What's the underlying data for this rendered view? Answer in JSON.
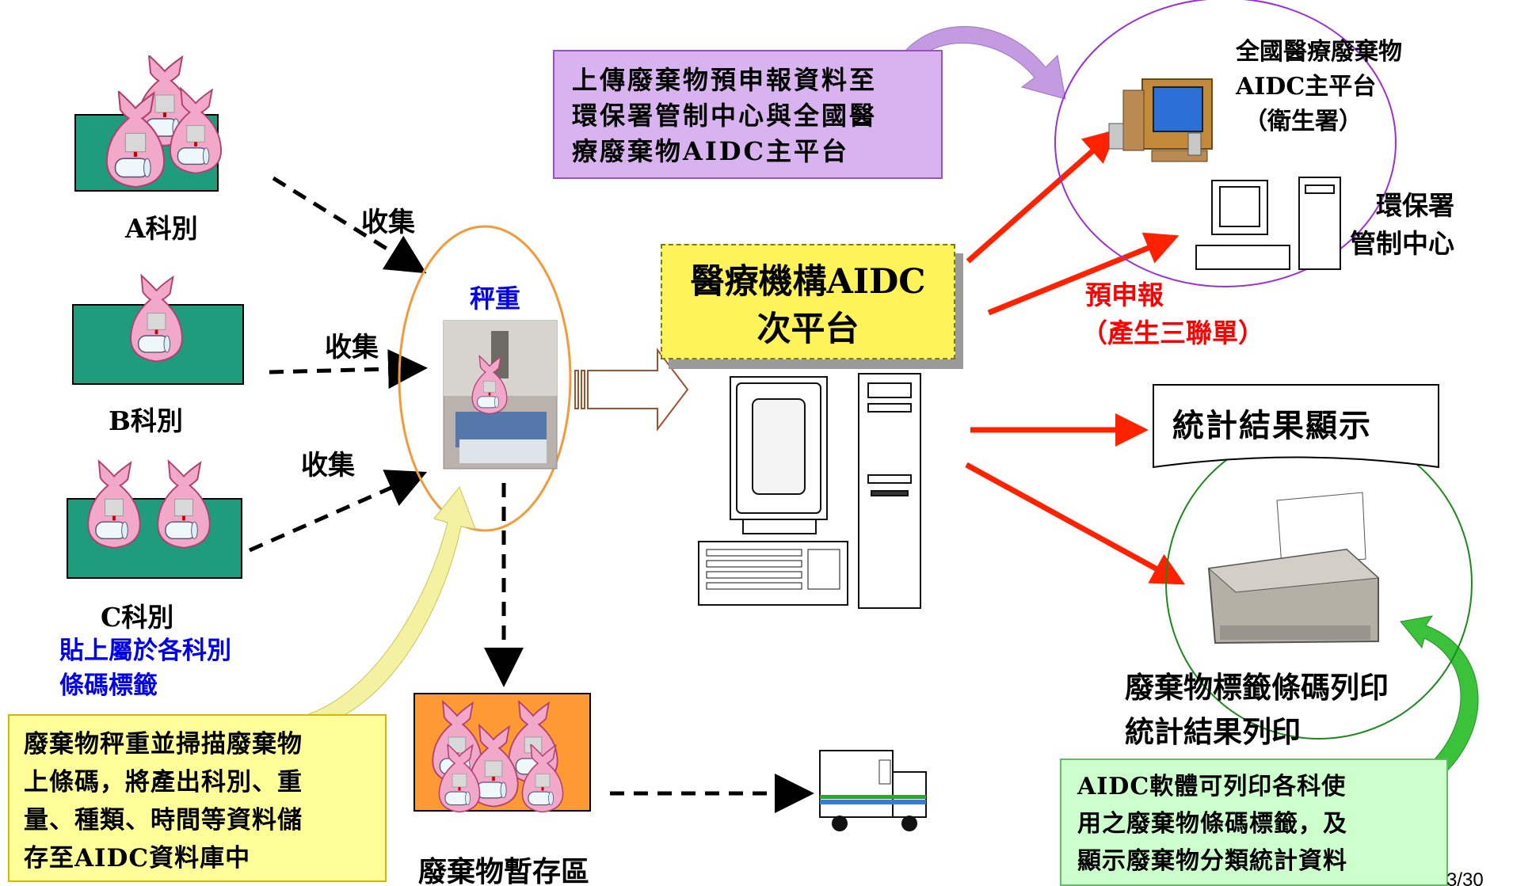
{
  "departments": {
    "a_label": "A科別",
    "b_label": "B科別",
    "c_label": "C科別",
    "barcode_note": [
      "貼上屬於各科別",
      "條碼標籤"
    ]
  },
  "collect": {
    "label_1": "收集",
    "label_2": "收集",
    "label_3": "收集"
  },
  "weigh": {
    "label": "秤重"
  },
  "upload_box": {
    "lines": [
      "上傳廢棄物預申報資料至",
      "環保署管制中心與全國醫",
      "療廢棄物AIDC主平台"
    ]
  },
  "sub_platform": {
    "lines": [
      "醫療機構AIDC",
      "次平台"
    ]
  },
  "national_platform": {
    "lines": [
      "全國醫療廢棄物",
      "AIDC主平台",
      "（衛生署）"
    ]
  },
  "epa_center": {
    "lines": [
      "環保署",
      "管制中心"
    ]
  },
  "pre_report": {
    "lines": [
      "預申報",
      "（產生三聯單）"
    ]
  },
  "stats_display": {
    "label": "統計結果顯示"
  },
  "print_caption": {
    "lines": [
      "廢棄物標籤條碼列印",
      "統計結果列印"
    ]
  },
  "weigh_note": {
    "lines": [
      "廢棄物秤重並掃描廢棄物",
      "上條碼，將產出科別、重",
      "量、種類、時間等資料儲",
      "存至AIDC資料庫中"
    ]
  },
  "storage": {
    "label": "廢棄物暫存區"
  },
  "aidc_note": {
    "lines": [
      "AIDC軟體可列印各科使",
      "用之廢棄物條碼標籤，及",
      "顯示廢棄物分類統計資料"
    ]
  },
  "page_number": "3/30",
  "colors": {
    "dept_green": "#1f9b7d",
    "bag_pink": "#f2a8c9",
    "upload_fill": "#d9b3f0",
    "sub_platform_fill": "#fff35a",
    "weigh_note_fill": "#ffff99",
    "aidc_note_fill": "#ccffcc",
    "storage_orange": "#ff9933",
    "arrow_red": "#ff2200",
    "blue_text": "#0000ee",
    "red_text": "#ff0000"
  }
}
